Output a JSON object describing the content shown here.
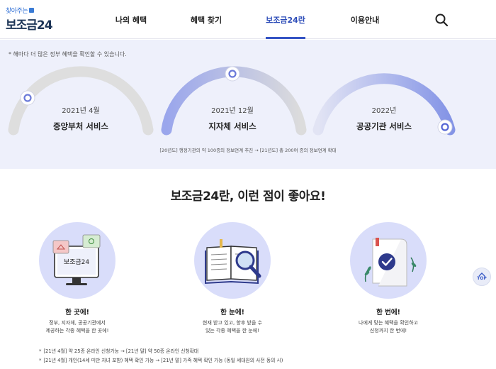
{
  "header": {
    "logo_small": "찾아주는",
    "logo_main": "보조금24",
    "nav": [
      "나의 혜택",
      "혜택 찾기",
      "보조금24란",
      "이용안내"
    ],
    "active_nav": "보조금24란",
    "search_icon": "search-icon"
  },
  "hero": {
    "note": "* 해마다 더 많은 정부 혜택을 확인할 수 있습니다.",
    "stages": [
      {
        "date": "2021년 4월",
        "title": "중앙부처 서비스"
      },
      {
        "date": "2021년 12월",
        "title": "지자체 서비스"
      },
      {
        "date": "2022년",
        "title": "공공기관 서비스"
      }
    ],
    "footer": "[20년도] 행정기관의 약 100종의 정보연계 추진 → [21년도] 총 200여 종의 정보연계 확대"
  },
  "benefits": {
    "title": "보조금24란, 이런 점이 좋아요!",
    "items": [
      {
        "title": "한 곳에!",
        "desc1": "정부, 지자체, 공공기관에서",
        "desc2": "제공하는 각종 혜택을 한 곳에!",
        "icon": "monitor-icon",
        "screen_label": "보조금24"
      },
      {
        "title": "한 눈에!",
        "desc1": "현재 받고 있고, 향후 받을 수",
        "desc2": "있는 각종 혜택을 한 눈에!",
        "icon": "book-magnifier-icon"
      },
      {
        "title": "한 번에!",
        "desc1": "나에게 맞는 혜택을 확인하고",
        "desc2": "신청까지 한 번에!",
        "icon": "certificate-check-icon"
      }
    ],
    "notes": [
      "[21년 4월] 약 25종 온라인 신청가능 → [21년 말] 약 50종 온라인 신청확대",
      "[21년 4월] 개인(14세 미만 자녀 포함) 혜택 확인 가능 → [21년 말] 가족 혜택 확인 가능 (동일 세대원의 사전 동의 시)"
    ]
  },
  "top_button": {
    "label": "TOP"
  },
  "colors": {
    "accent": "#3554c4",
    "hero_bg": "#eef0fb",
    "circle_bg": "#d9ddfa",
    "arc_gray": "#dedede",
    "arc_blue": "#8f9ce8"
  }
}
